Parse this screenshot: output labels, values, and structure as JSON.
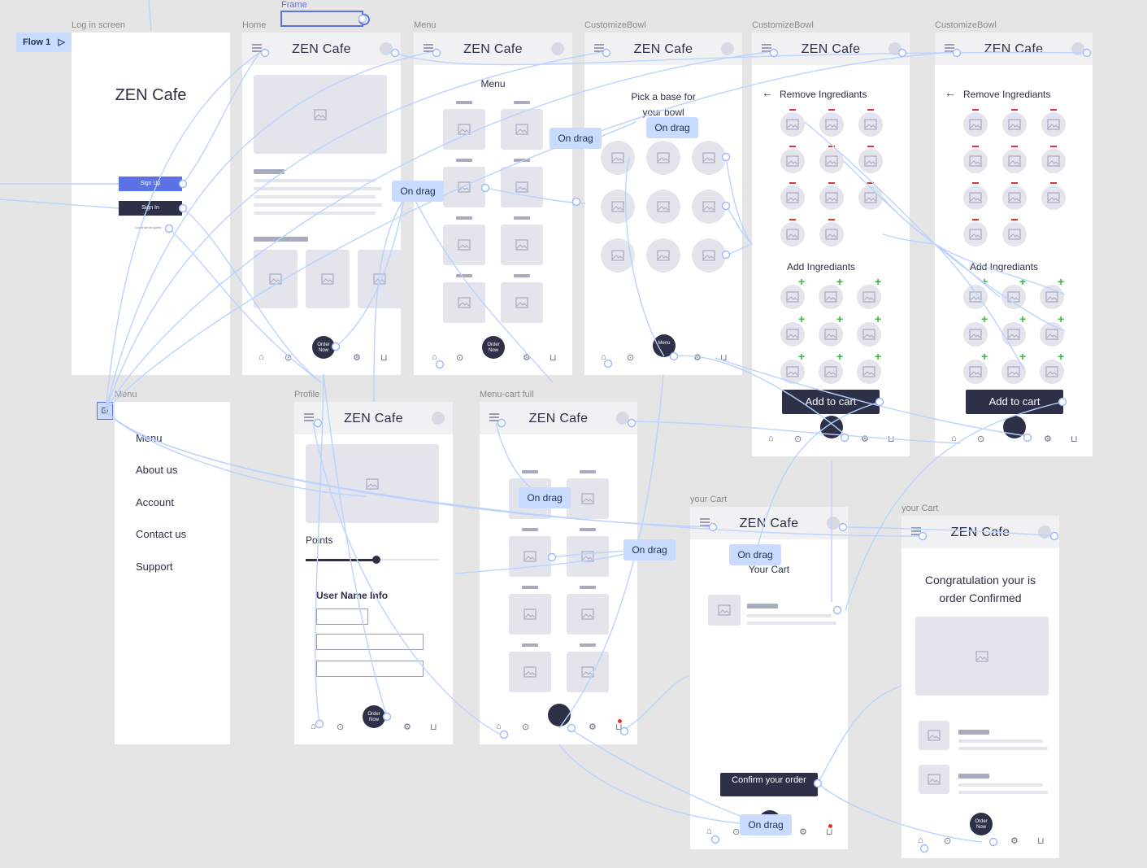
{
  "canvas": {
    "flow_label": "Flow 1",
    "frame_tool_label": "Frame"
  },
  "frame_labels": {
    "login": "Log in screen",
    "home": "Home",
    "menu": "Menu",
    "customize1": "CustomizeBowl",
    "customize2": "CustomizeBowl",
    "customize3": "CustomizeBowl",
    "side_menu": "Menu",
    "profile": "Profile",
    "menu_cart": "Menu-cart full",
    "cart": "your Cart",
    "confirmed": "your Cart"
  },
  "brand": "ZEN Cafe",
  "login": {
    "title": "ZEN Cafe",
    "signup": "Sign Up",
    "signin": "Sign In",
    "continue": "Continue as guest"
  },
  "menu_screen": {
    "heading": "Menu"
  },
  "customize": {
    "pick_base": "Pick a base for your bowl",
    "remove": "Remove Ingrediants",
    "add": "Add Ingrediants",
    "add_to_cart": "Add to cart"
  },
  "side_menu": {
    "items": [
      "Menu",
      "About us",
      "Account",
      "Contact us",
      "Support"
    ]
  },
  "profile": {
    "points": "Points",
    "user_info": "User Name Info"
  },
  "cart": {
    "heading": "Your Cart",
    "confirm": "Confirm your order"
  },
  "confirmed": {
    "message": "Congratulation your is order Confirmed"
  },
  "nav": {
    "order_now": "Order Now",
    "menu_btn": "Menu"
  },
  "interactions": {
    "on_drag": "On drag"
  }
}
